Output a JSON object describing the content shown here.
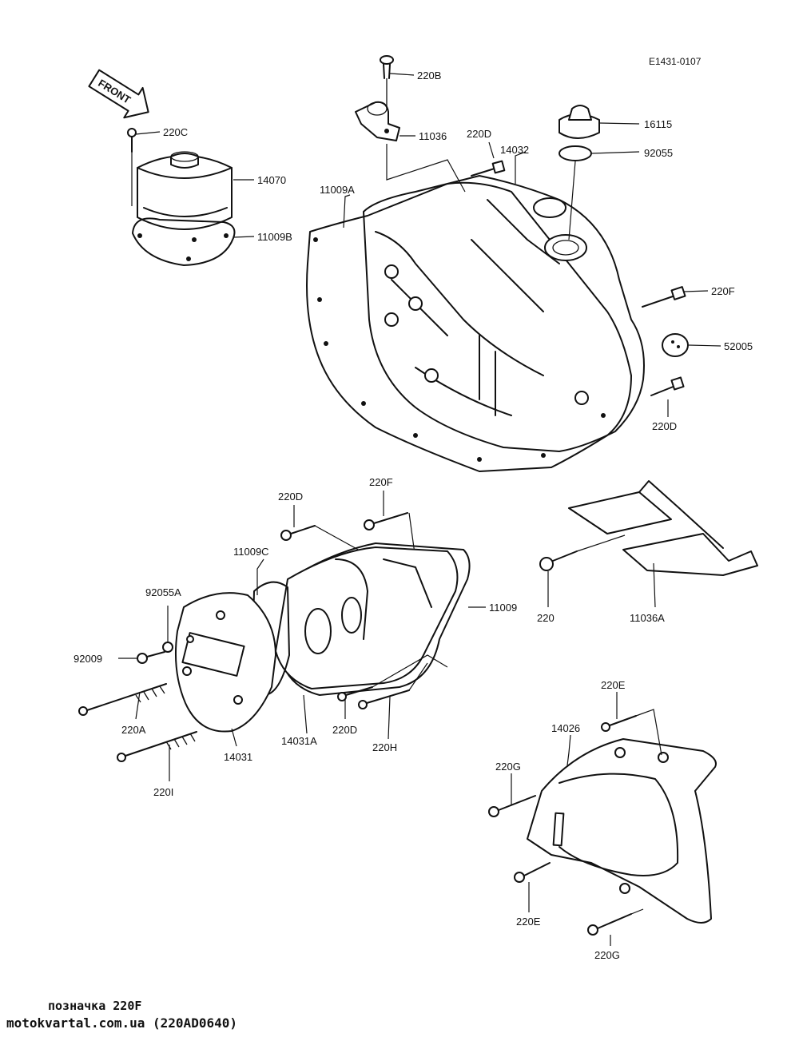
{
  "diagram_code": "E1431-0107",
  "front_arrow": "FRONT",
  "labels": {
    "220B": "220B",
    "220C": "220C",
    "11036": "11036",
    "220D_top": "220D",
    "14032": "14032",
    "16115": "16115",
    "92055": "92055",
    "14070": "14070",
    "11009A": "11009A",
    "11009B": "11009B",
    "220F_right": "220F",
    "52005": "52005",
    "220D_right": "220D",
    "220D_mid": "220D",
    "220F_mid": "220F",
    "11009C": "11009C",
    "92055A": "92055A",
    "11009": "11009",
    "92009": "92009",
    "220A": "220A",
    "14031": "14031",
    "14031A": "14031A",
    "220D_low": "220D",
    "220H": "220H",
    "220I": "220I",
    "220": "220",
    "11036A": "11036A",
    "220E_top": "220E",
    "14026": "14026",
    "220G_top": "220G",
    "220E_bottom": "220E",
    "220G_bottom": "220G"
  },
  "caption": "позначка 220F",
  "source": "motokvartal.com.ua (220AD0640)"
}
